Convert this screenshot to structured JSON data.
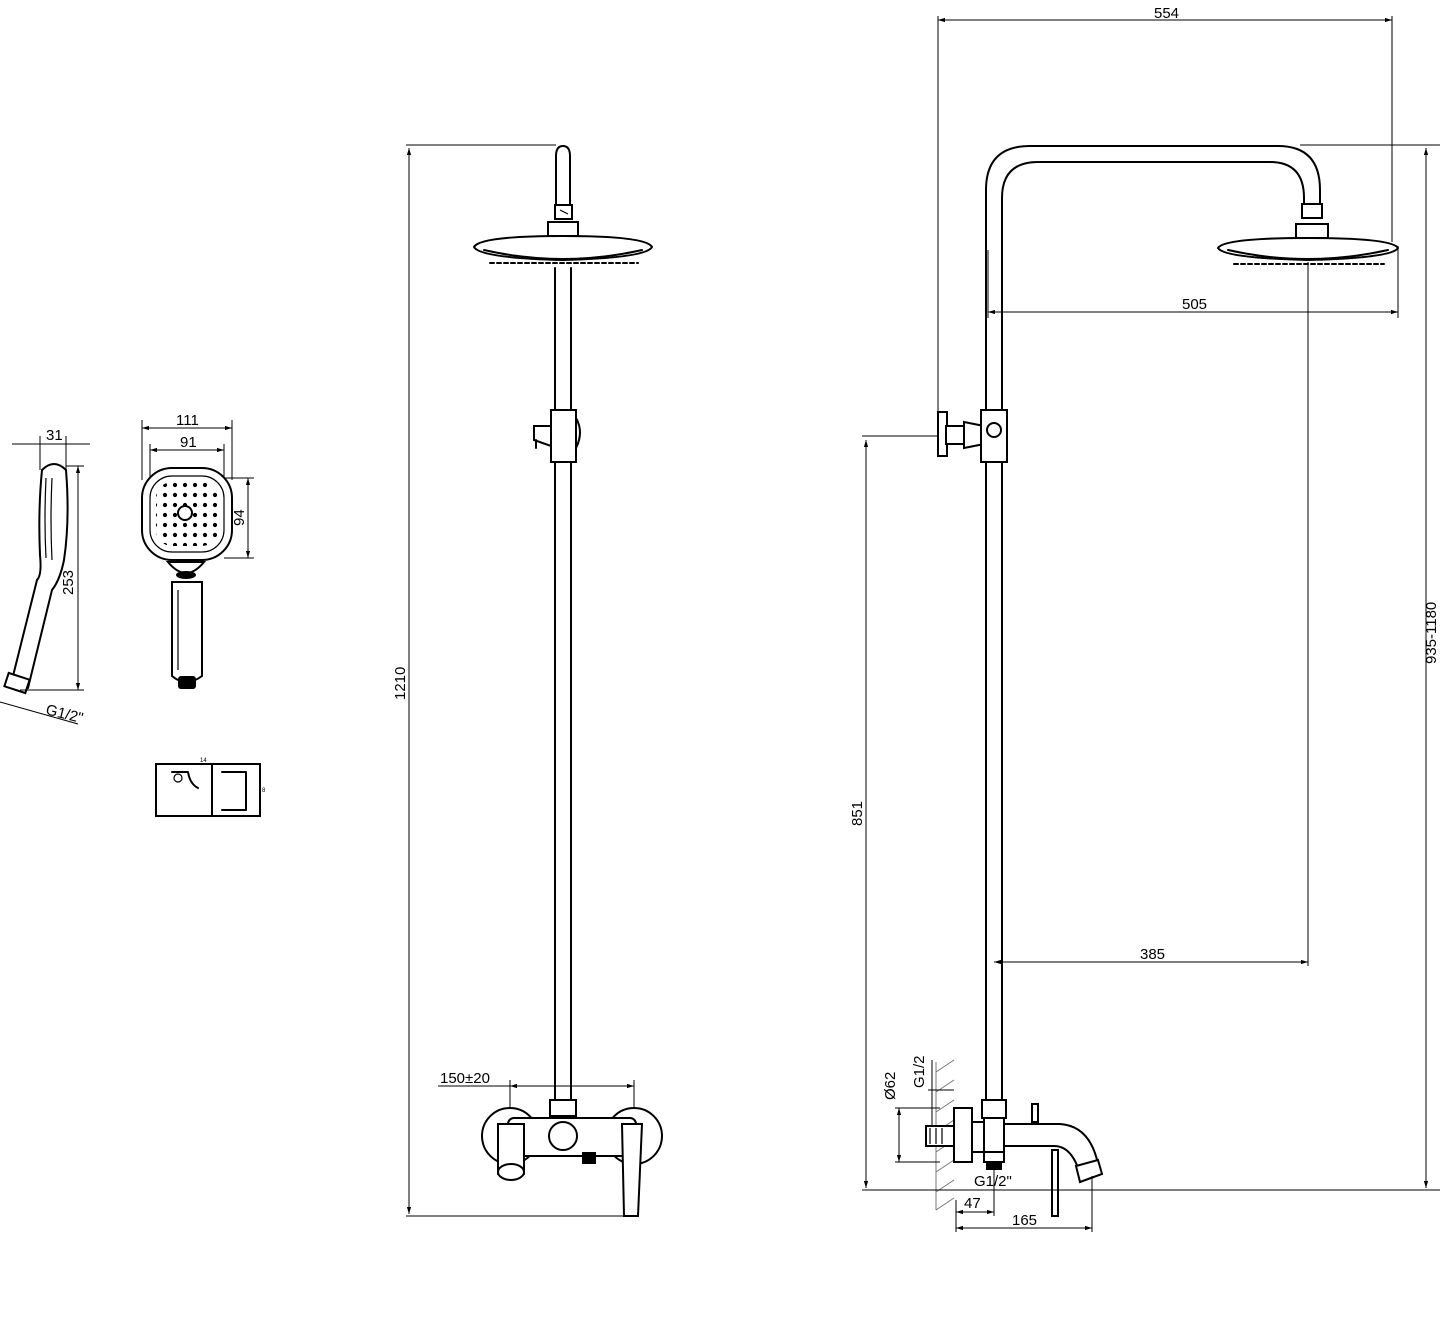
{
  "diagram": {
    "handshower_side": {
      "depth": "31",
      "length": "253",
      "thread": "G1/2\""
    },
    "handshower_front": {
      "outer_width": "111",
      "face_width": "91",
      "face_height": "94"
    },
    "slider_bracket": {
      "width": "14",
      "height": "8"
    },
    "front_view": {
      "total_height": "1210",
      "inlet_distance": "150±20"
    },
    "side_view": {
      "total_projection": "554",
      "arm_reach": "505",
      "height_range": "935-1180",
      "bracket_height": "851",
      "head_to_riser": "385",
      "inlet_diameter": "Ø62",
      "inlet_thread": "G1/2",
      "wall_offset": "47",
      "spout_reach": "165",
      "outlet_thread": "G1/2\""
    },
    "colors": {
      "line": "#000000",
      "background": "#ffffff",
      "wall_hatch": "#777777"
    }
  }
}
